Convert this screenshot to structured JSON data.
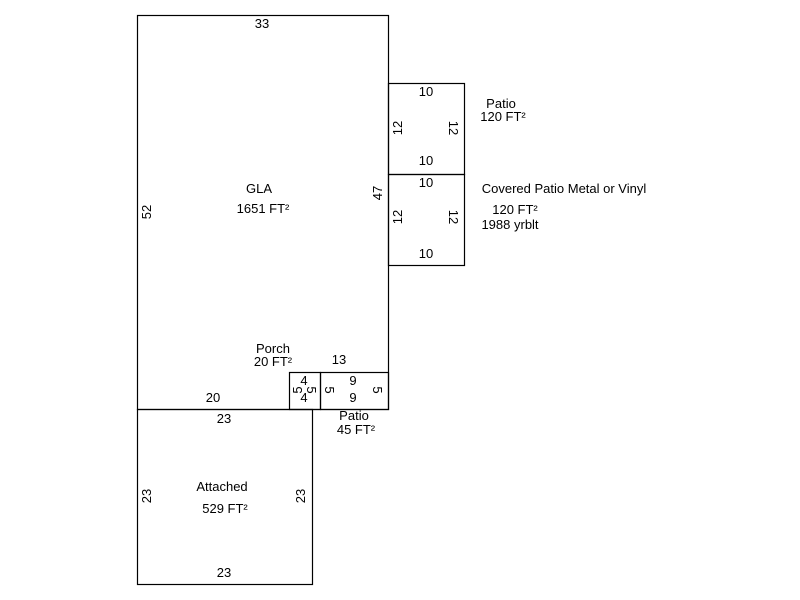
{
  "areas": {
    "gla": {
      "name": "GLA",
      "area": "1651 FT²",
      "dims": {
        "top": "33",
        "left": "52",
        "right": "47",
        "bottom": "20"
      }
    },
    "patio_top": {
      "name": "Patio",
      "area": "120 FT²",
      "dims": {
        "top": "10",
        "bottom": "10",
        "left": "12",
        "right": "12"
      }
    },
    "covered_patio": {
      "name": "Covered Patio Metal or Vinyl",
      "area": "120 FT²",
      "year": "1988 yrblt",
      "dims": {
        "top": "10",
        "bottom": "10",
        "left": "12",
        "right": "12"
      }
    },
    "porch": {
      "name": "Porch",
      "area": "20 FT²",
      "dims": {
        "top": "4",
        "bottom": "4",
        "left": "5",
        "right": "5"
      }
    },
    "patio_small": {
      "name": "Patio",
      "area": "45 FT²",
      "dims": {
        "outer_top": "13",
        "top": "9",
        "bottom": "9",
        "left": "5",
        "right": "5"
      }
    },
    "attached": {
      "name": "Attached",
      "area": "529 FT²",
      "dims": {
        "top": "23",
        "bottom": "23",
        "left": "23",
        "right": "23"
      }
    }
  }
}
